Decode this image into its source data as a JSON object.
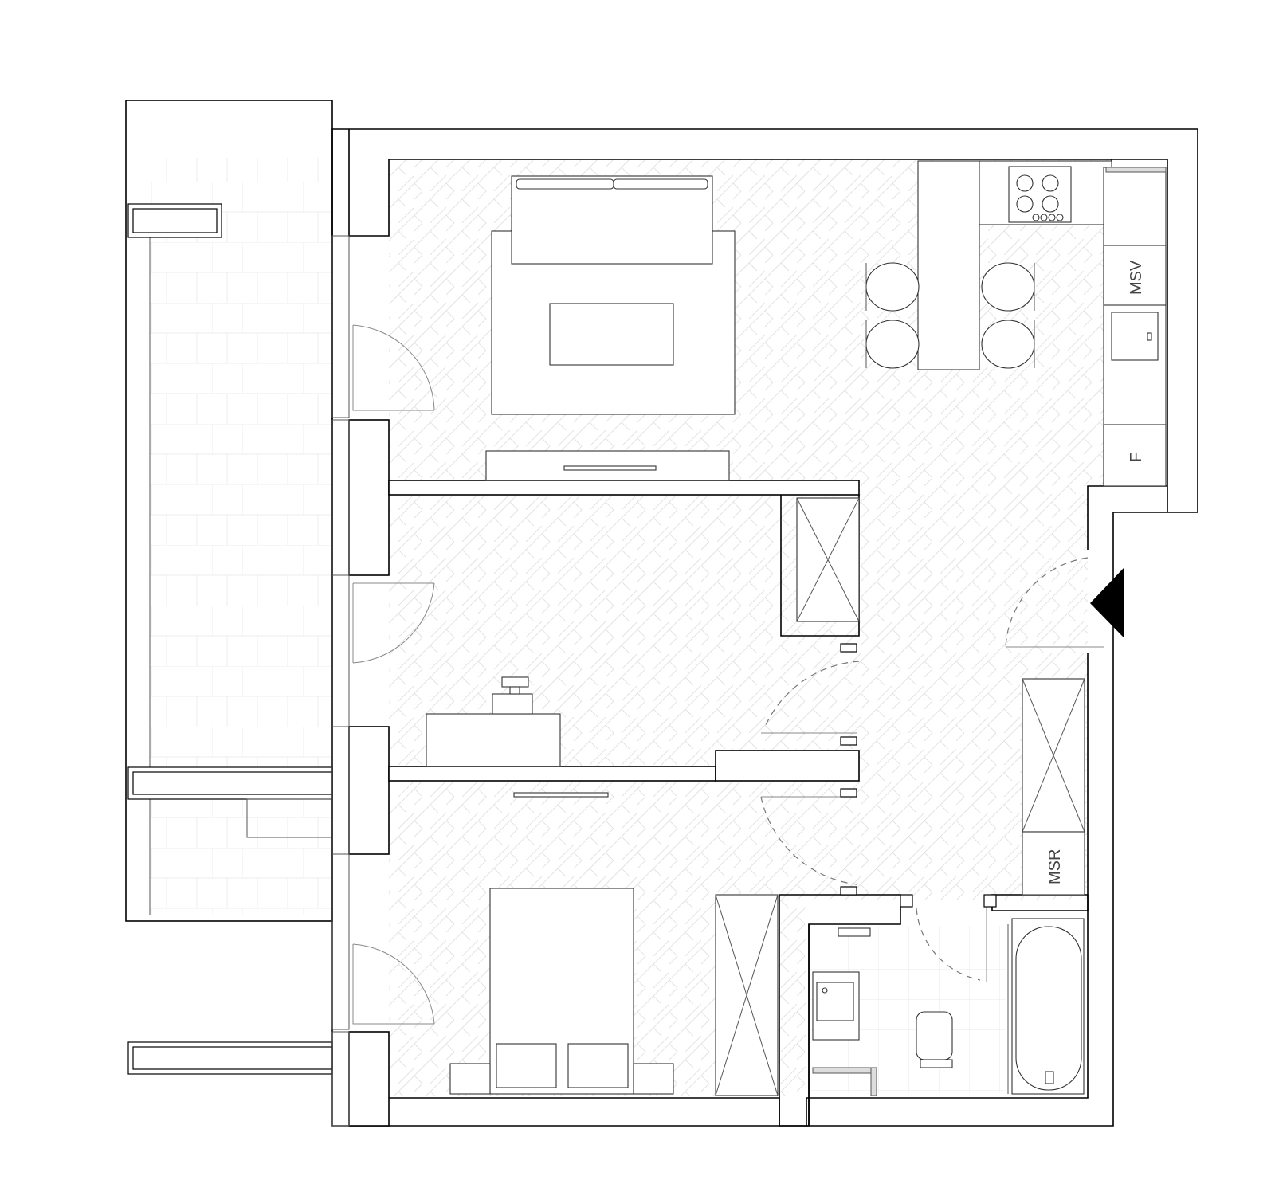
{
  "labels": {
    "msv": "MSV",
    "f": "F",
    "msr": "MSR"
  },
  "colors": {
    "wall": "#000000",
    "floor_pattern": "#e2e2e2",
    "furniture": "#333333"
  }
}
